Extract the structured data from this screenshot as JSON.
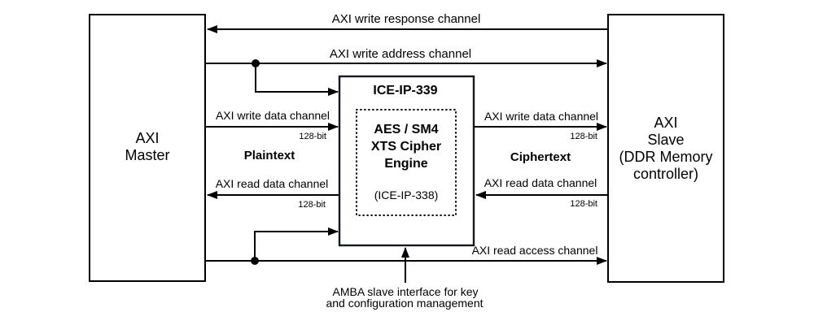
{
  "colors": {
    "cipher_fill": "#ccdaf4",
    "line": "#000000"
  },
  "blocks": {
    "master": {
      "lines": [
        "AXI",
        "Master"
      ]
    },
    "slave": {
      "lines": [
        "AXI",
        "Slave",
        "(DDR Memory",
        "controller)"
      ]
    },
    "cipher": {
      "title": "ICE-IP-339",
      "engine_lines": [
        "AES / SM4",
        "XTS Cipher",
        "Engine"
      ],
      "part": "(ICE-IP-338)"
    }
  },
  "channels": {
    "write_response": "AXI write response channel",
    "write_address": "AXI write address channel",
    "write_data": "AXI write data channel",
    "read_data": "AXI read data channel",
    "read_access": "AXI read access channel",
    "bus_width": "128-bit"
  },
  "labels": {
    "plaintext": "Plaintext",
    "ciphertext": "Ciphertext",
    "amba_line1": "AMBA slave interface for key",
    "amba_line2": "and configuration management"
  }
}
